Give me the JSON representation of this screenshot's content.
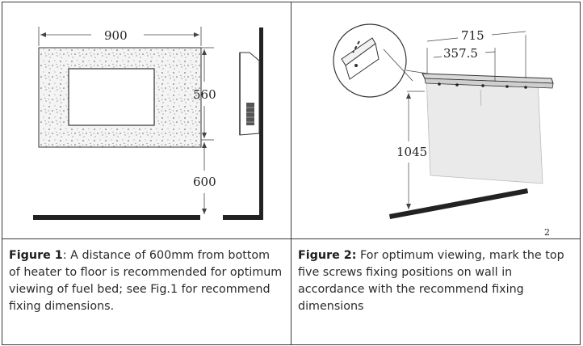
{
  "figure1": {
    "dims": {
      "width": "900",
      "height": "560",
      "floor_gap": "600"
    },
    "caption_label": "Figure 1",
    "caption_text": ": A distance of 600mm from bottom of heater to floor is recommended for optimum viewing of fuel bed; see Fig.1 for recommend fixing dimensions."
  },
  "figure2": {
    "dims": {
      "spacing_outer": "715",
      "spacing_half": "357.5",
      "height": "1045"
    },
    "corner_mark": "2",
    "caption_label": "Figure 2:",
    "caption_text": " For optimum viewing, mark the top five screws fixing positions on wall in accordance with the recommend fixing dimensions"
  }
}
